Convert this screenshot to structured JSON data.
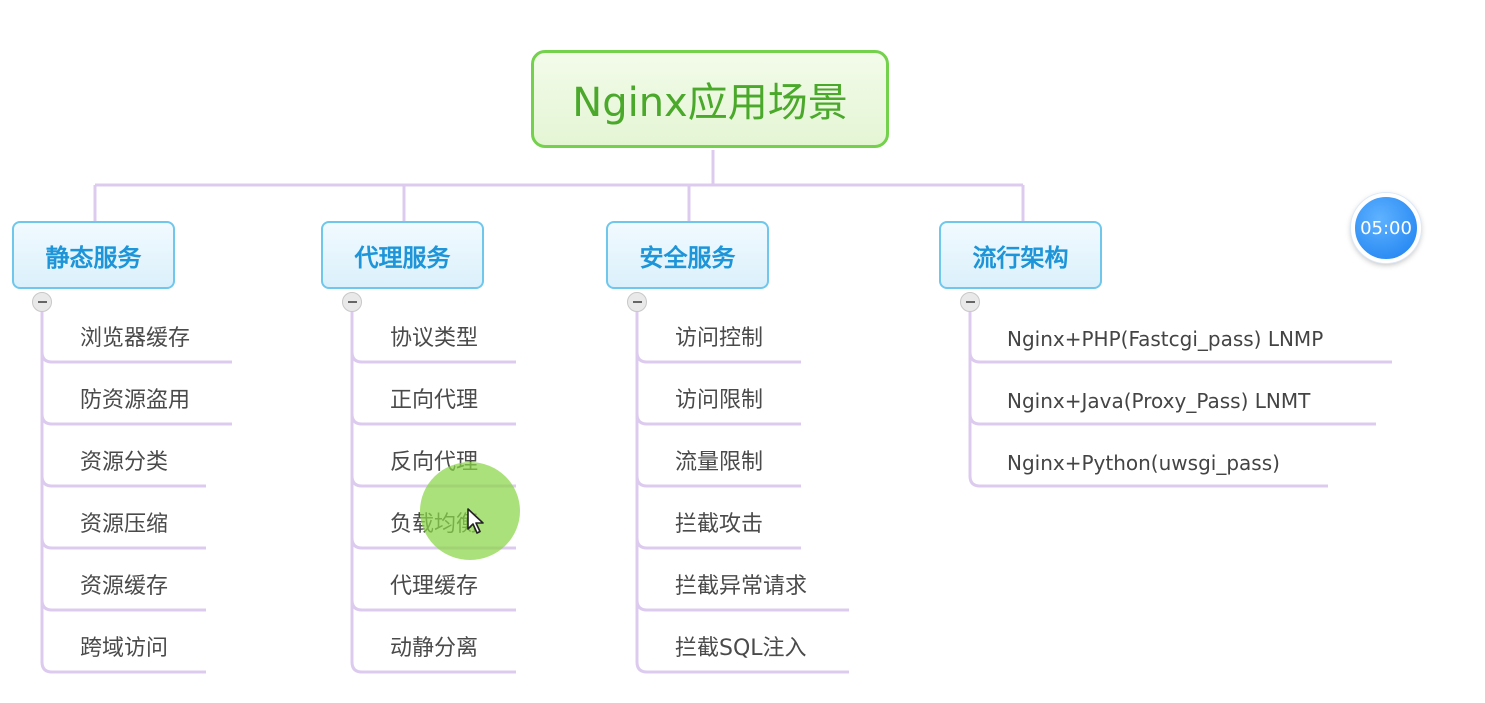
{
  "root": {
    "label": "Nginx应用场景"
  },
  "branches": [
    {
      "label": "静态服务",
      "items": [
        "浏览器缓存",
        "防资源盗用",
        "资源分类",
        "资源压缩",
        "资源缓存",
        "跨域访问"
      ]
    },
    {
      "label": "代理服务",
      "items": [
        "协议类型",
        "正向代理",
        "反向代理",
        "负载均衡",
        "代理缓存",
        "动静分离"
      ]
    },
    {
      "label": "安全服务",
      "items": [
        "访问控制",
        "访问限制",
        "流量限制",
        "拦截攻击",
        "拦截异常请求",
        "拦截SQL注入"
      ]
    },
    {
      "label": "流行架构",
      "items": [
        "Nginx+PHP(Fastcgi_pass) LNMP",
        "Nginx+Java(Proxy_Pass) LNMT",
        "Nginx+Python(uwsgi_pass)"
      ]
    }
  ],
  "timer": {
    "text": "05:00"
  },
  "colors": {
    "root_border": "#73d14c",
    "root_text": "#4aa82a",
    "branch_border": "#6fc7ec",
    "branch_text": "#1d95d8",
    "connector": "#dccbee"
  }
}
